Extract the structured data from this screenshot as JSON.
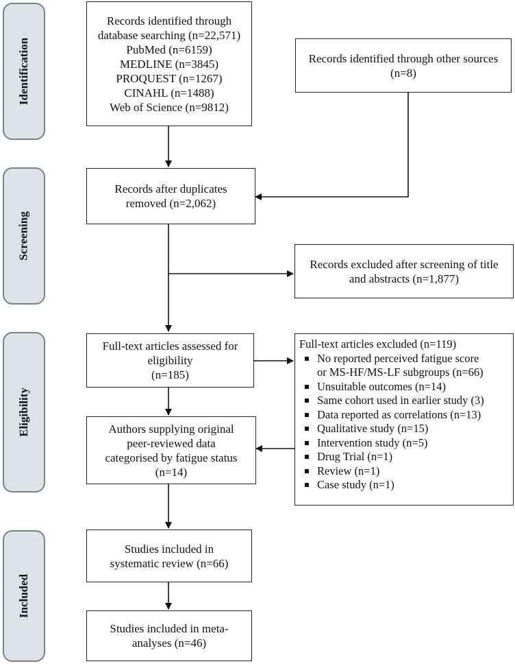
{
  "phases": {
    "identification": "Identification",
    "screening": "Screening",
    "eligibility": "Eligibility",
    "included": "Included"
  },
  "boxes": {
    "database_search": [
      "Records identified through",
      "database searching (n=22,571)",
      "PubMed (n=6159)",
      "MEDLINE (n=3845)",
      "PROQUEST (n=1267)",
      "CINAHL (n=1488)",
      "Web of Science (n=9812)"
    ],
    "other_sources": [
      "Records identified through other sources",
      "(n=8)"
    ],
    "after_duplicates": [
      "Records after duplicates",
      "removed (n=2,062)"
    ],
    "excluded_screening": [
      "Records excluded after screening of title",
      "and abstracts (n=1,877)"
    ],
    "full_text_assessed": [
      "Full-text articles assessed for",
      "eligibility",
      "(n=185)"
    ],
    "authors_supplying": [
      "Authors supplying original",
      "peer-reviewed data",
      "categorised by fatigue status",
      "(n=14)"
    ],
    "systematic_review": [
      "Studies included in",
      "systematic review (n=66)"
    ],
    "meta_analyses": [
      "Studies included in meta-",
      "analyses (n=46)"
    ]
  },
  "full_text_excluded": {
    "heading": "Full-text articles excluded (n=119)",
    "items": [
      [
        "No reported perceived fatigue score",
        "or MS-HF/MS-LF subgroups (n=66)"
      ],
      [
        "Unsuitable outcomes (n=14)"
      ],
      [
        "Same cohort used in earlier study (3)"
      ],
      [
        "Data reported as correlations (n=13)"
      ],
      [
        "Qualitative study (n=15)"
      ],
      [
        "Intervention study (n=5)"
      ],
      [
        "Drug Trial (n=1)"
      ],
      [
        "Review (n=1)"
      ],
      [
        "Case study (n=1)"
      ]
    ]
  }
}
